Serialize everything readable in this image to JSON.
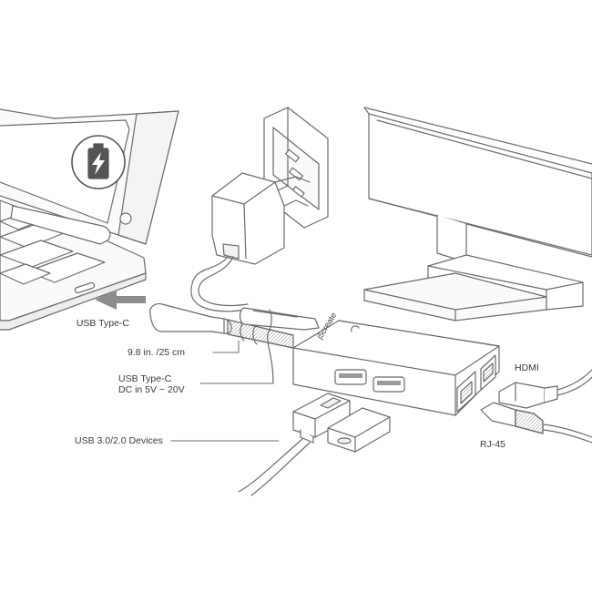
{
  "brand": "j5create",
  "labels": {
    "usb_type_c": "USB Type-C",
    "cable_length": "9.8 in. /25 cm",
    "power_in": "USB Type-C\nDC in 5V ~ 20V",
    "usb_devices": "USB 3.0/2.0 Devices",
    "hdmi": "HDMI",
    "rj45": "RJ-45"
  },
  "icons": {
    "battery": "battery-charging-icon",
    "arrow": "arrow-left-icon"
  },
  "colors": {
    "line": "#6b6b6b",
    "fill": "#f2f2f2",
    "arrow": "#8c8c8c",
    "text": "#3a3a3a"
  }
}
